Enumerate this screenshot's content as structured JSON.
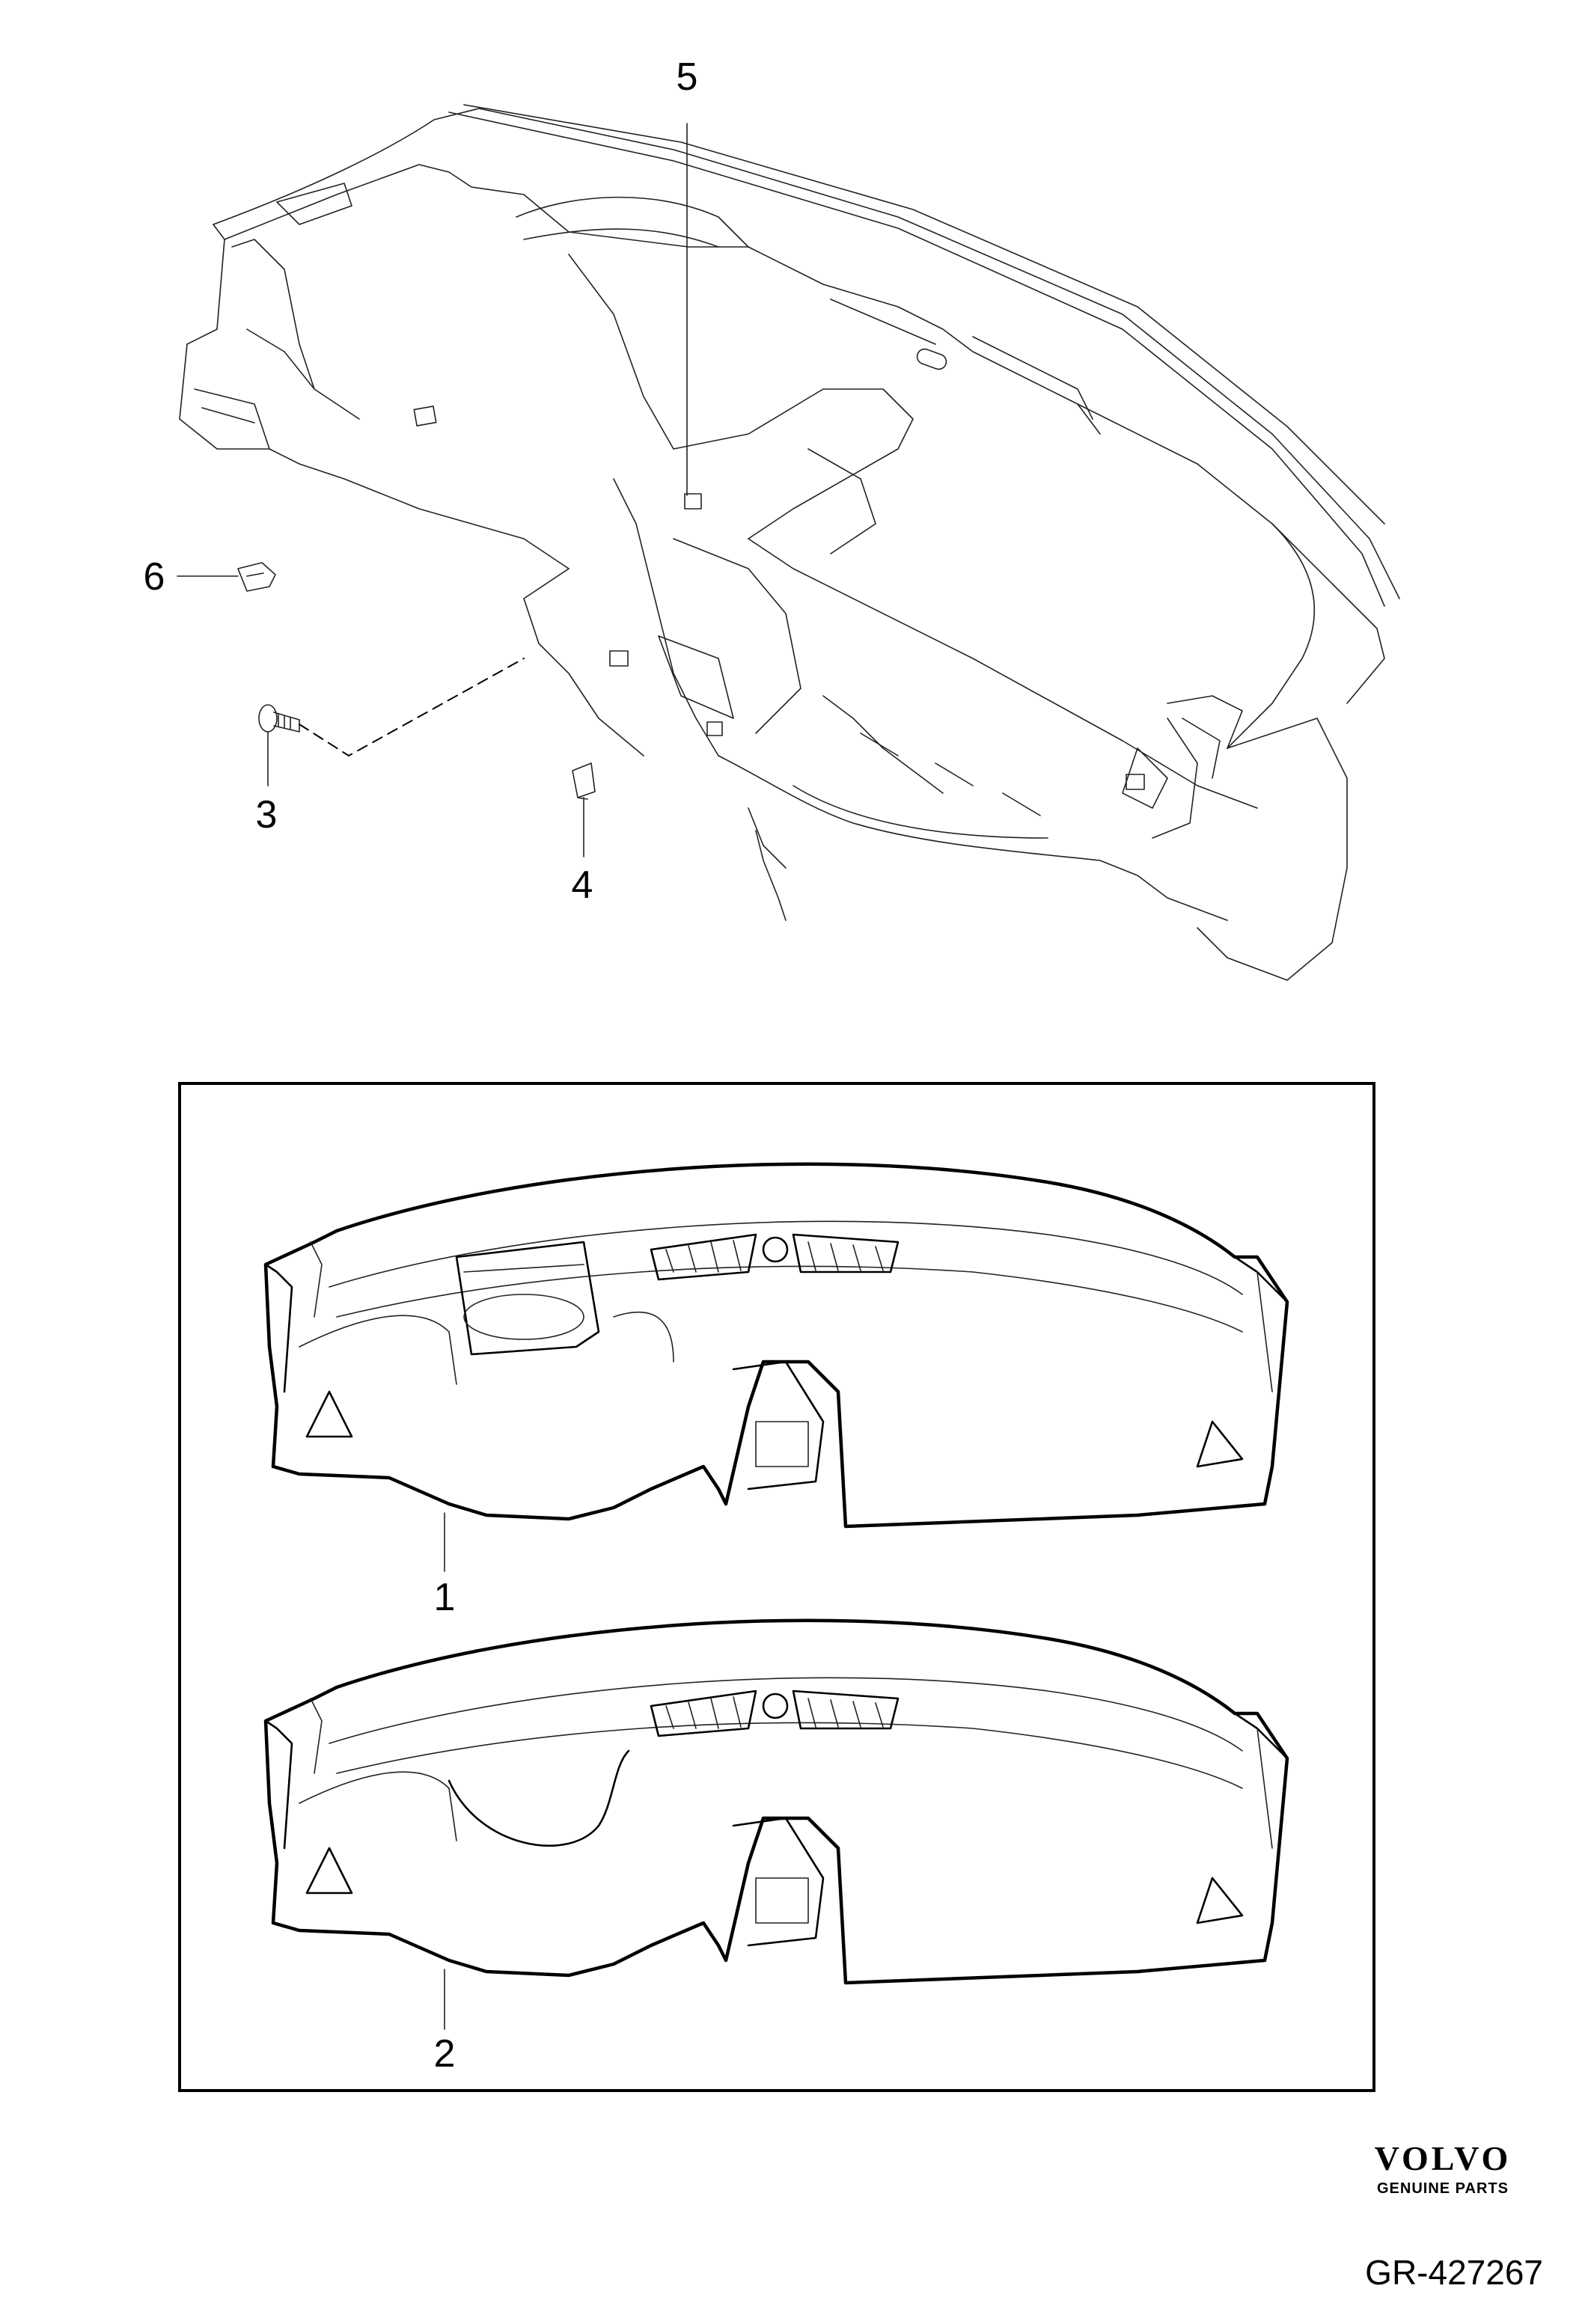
{
  "callouts": {
    "c1": "1",
    "c2": "2",
    "c3": "3",
    "c4": "4",
    "c5": "5",
    "c6": "6"
  },
  "brand": {
    "logo_text": "VOLVO",
    "subtitle": "GENUINE PARTS"
  },
  "diagram_id": "GR-427267"
}
